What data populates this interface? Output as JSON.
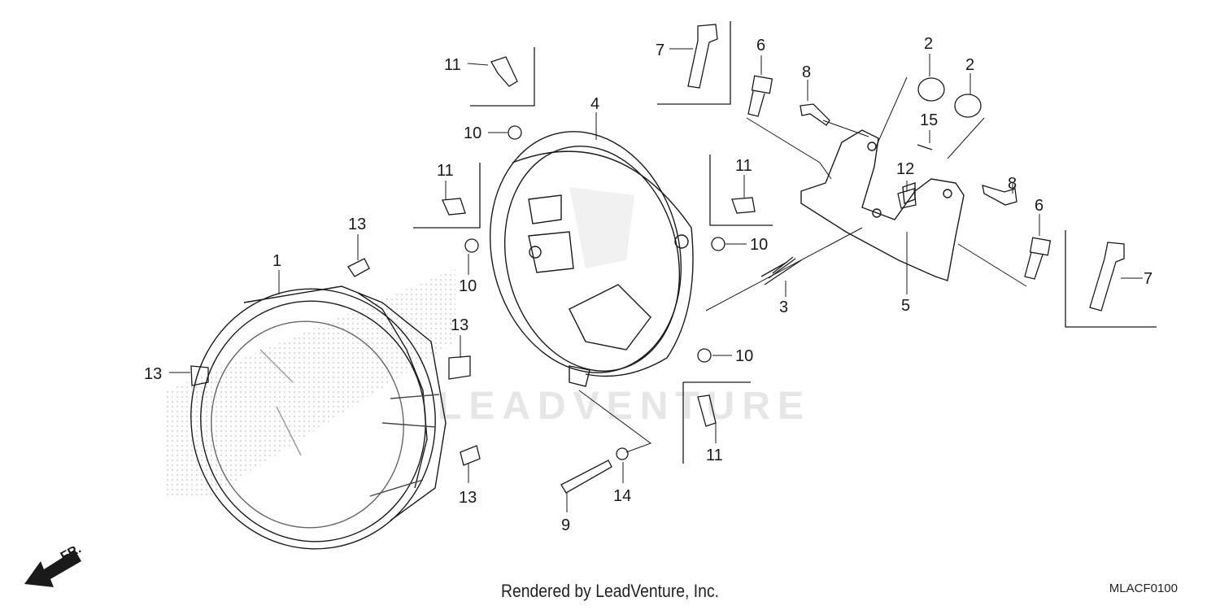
{
  "diagram": {
    "watermark": "LEADVENTURE",
    "footer": "Rendered by LeadVenture, Inc.",
    "figure_code": "MLACF0100",
    "front_marker": "FR.",
    "callouts": [
      {
        "id": "c1",
        "text": "1"
      },
      {
        "id": "c2a",
        "text": "2"
      },
      {
        "id": "c2b",
        "text": "2"
      },
      {
        "id": "c3",
        "text": "3"
      },
      {
        "id": "c4",
        "text": "4"
      },
      {
        "id": "c5",
        "text": "5"
      },
      {
        "id": "c6a",
        "text": "6"
      },
      {
        "id": "c6b",
        "text": "6"
      },
      {
        "id": "c7a",
        "text": "7"
      },
      {
        "id": "c7b",
        "text": "7"
      },
      {
        "id": "c8a",
        "text": "8"
      },
      {
        "id": "c8b",
        "text": "8"
      },
      {
        "id": "c9",
        "text": "9"
      },
      {
        "id": "c10a",
        "text": "10"
      },
      {
        "id": "c10b",
        "text": "10"
      },
      {
        "id": "c10c",
        "text": "10"
      },
      {
        "id": "c10d",
        "text": "10"
      },
      {
        "id": "c11a",
        "text": "11"
      },
      {
        "id": "c11b",
        "text": "11"
      },
      {
        "id": "c11c",
        "text": "11"
      },
      {
        "id": "c11d",
        "text": "11"
      },
      {
        "id": "c12",
        "text": "12"
      },
      {
        "id": "c13a",
        "text": "13"
      },
      {
        "id": "c13b",
        "text": "13"
      },
      {
        "id": "c13c",
        "text": "13"
      },
      {
        "id": "c13d",
        "text": "13"
      },
      {
        "id": "c14",
        "text": "14"
      },
      {
        "id": "c15",
        "text": "15"
      }
    ]
  }
}
